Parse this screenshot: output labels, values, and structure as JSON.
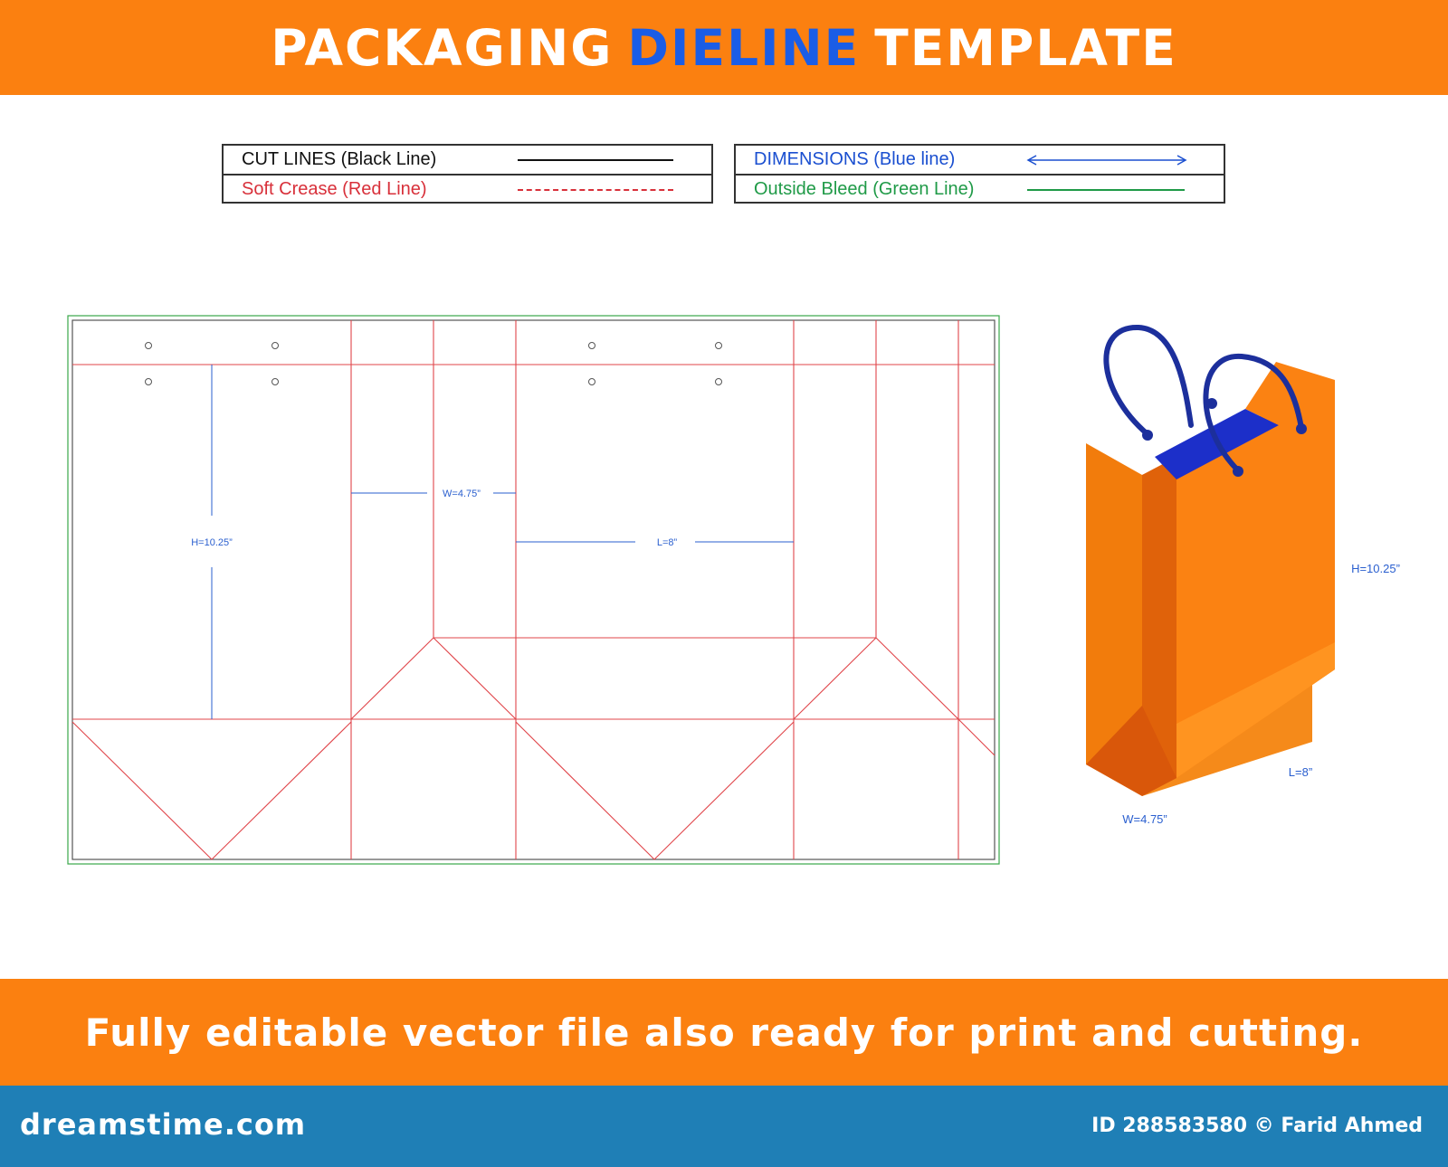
{
  "header": {
    "title_part1": "PACKAGING",
    "title_accent": "DIELINE",
    "title_part2": "TEMPLATE"
  },
  "legend": {
    "cut_lines": "CUT LINES (Black Line)",
    "soft_crease": "Soft Crease (Red Line)",
    "dimensions": "DIMENSIONS (Blue line)",
    "outside_bleed": "Outside Bleed (Green Line)"
  },
  "dielines": {
    "height_label": "H=10.25”",
    "width_label": "W=4.75”",
    "length_label": "L=8”"
  },
  "bag_view": {
    "height_label": "H=10.25”",
    "length_label": "L=8”",
    "width_label": "W=4.75”"
  },
  "footer": {
    "tagline": "Fully editable vector file also ready for print and cutting."
  },
  "bottom_bar": {
    "brand": "dreamstime.com",
    "credit": "ID 288583580 © Farid Ahmed"
  },
  "colors": {
    "orange": "#fb8010",
    "accent_blue": "#1a5de6",
    "crease_red": "#e0454a",
    "dimension_blue": "#2a5fcf",
    "bleed_green": "#3aa84a",
    "bar_blue": "#1f7fb6"
  }
}
